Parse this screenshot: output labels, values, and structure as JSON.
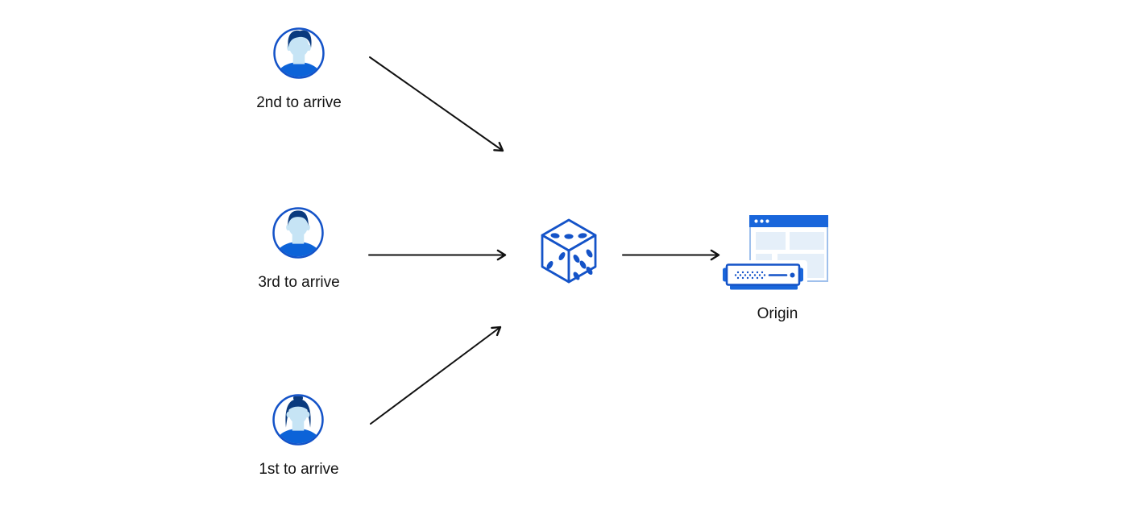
{
  "diagram": {
    "description": "Three visitors' requests flow through a random selector (dice) to an origin server",
    "nodes": {
      "second": {
        "label": "2nd to arrive",
        "icon": "user-man-quiff-avatar-icon"
      },
      "third": {
        "label": "3rd to arrive",
        "icon": "user-man-avatar-icon"
      },
      "first": {
        "label": "1st to arrive",
        "icon": "user-woman-avatar-icon"
      },
      "randomizer": {
        "icon": "dice-icon"
      },
      "origin": {
        "label": "Origin",
        "icon": "origin-server-icon"
      }
    },
    "edges": [
      {
        "from": "second",
        "to": "randomizer",
        "style": "arrow"
      },
      {
        "from": "third",
        "to": "randomizer",
        "style": "arrow"
      },
      {
        "from": "first",
        "to": "randomizer",
        "style": "arrow"
      },
      {
        "from": "randomizer",
        "to": "origin",
        "style": "arrow"
      }
    ],
    "colors": {
      "background": "#ffffff",
      "arrow": "#111111",
      "label_text": "#141414",
      "primary_blue": "#1453C8",
      "bar_blue": "#1966DB",
      "shirt_blue": "#0C63D8",
      "hair_navy": "#0A3A7E",
      "face_light_blue": "#C6E4F5",
      "window_border": "#9FC0EC",
      "panel_light_blue": "#E5EFF9"
    }
  }
}
